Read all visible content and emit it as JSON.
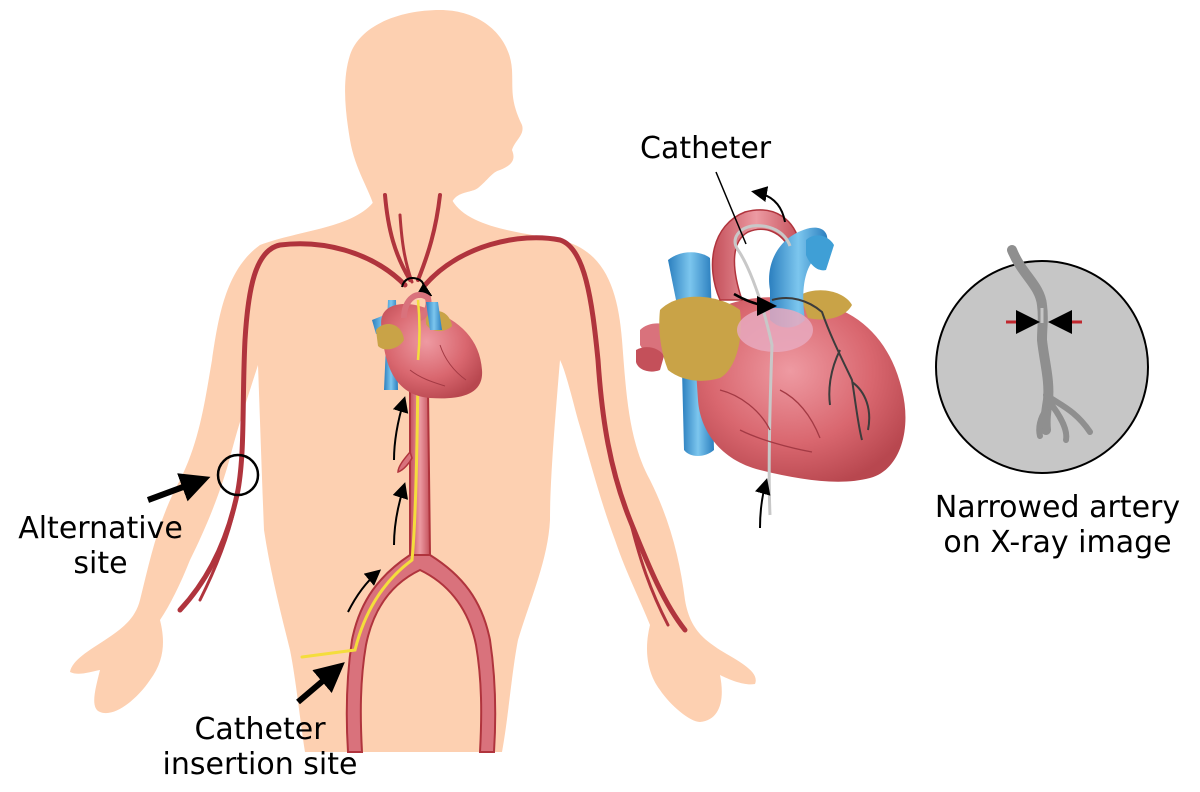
{
  "labels": {
    "alternative_site": [
      "Alternative",
      "site"
    ],
    "insertion_site": [
      "Catheter",
      "insertion site"
    ],
    "catheter": "Catheter",
    "xray": [
      "Narrowed artery",
      "on X-ray image"
    ]
  },
  "colors": {
    "skin": "#fdd0b1",
    "artery": "#b0343d",
    "aorta": "#d9727c",
    "vein_blue": "#3f9fd6",
    "heart": "#d9676f",
    "fat": "#c9a347",
    "catheter": "#f4dd3c",
    "xray_bg": "#c6c6c6",
    "xray_vessel": "#8f8f8f",
    "marker_red": "#c0272d"
  }
}
